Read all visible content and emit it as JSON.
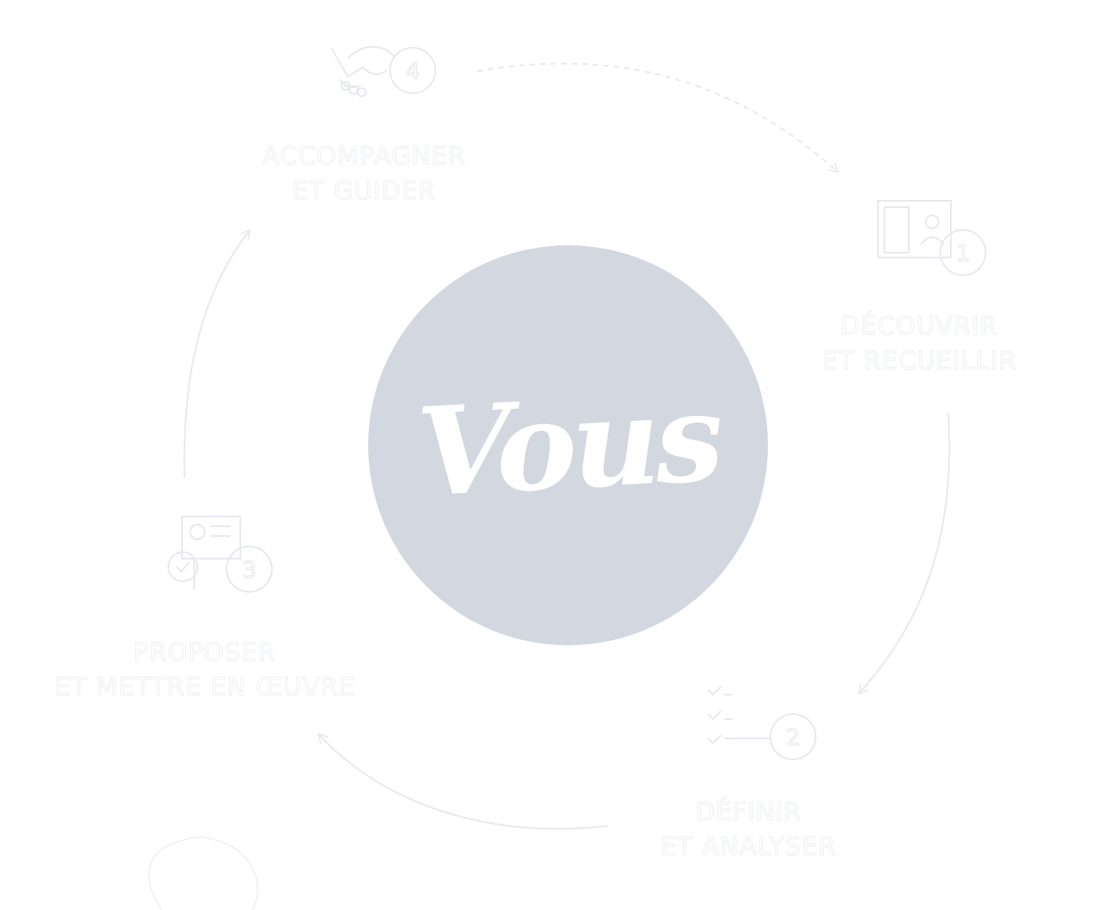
{
  "center": {
    "label": "Vous",
    "fill_color": "#d2d7e0",
    "text_color": "#ffffff"
  },
  "steps": [
    {
      "number": "1",
      "line1": "DÉCOUVRIR",
      "line2": "ET RECUEILLIR",
      "icon": "document-person-icon"
    },
    {
      "number": "2",
      "line1": "DÉFINIR",
      "line2": "ET ANALYSER",
      "icon": "checklist-icon"
    },
    {
      "number": "3",
      "line1": "PROPOSER",
      "line2": "ET METTRE EN ŒUVRE",
      "icon": "presentation-icon"
    },
    {
      "number": "4",
      "line1": "ACCOMPAGNER",
      "line2": "ET GUIDER",
      "icon": "handshake-icon"
    }
  ],
  "colors": {
    "background": "#ffffff",
    "line": "#e6e8ee"
  }
}
